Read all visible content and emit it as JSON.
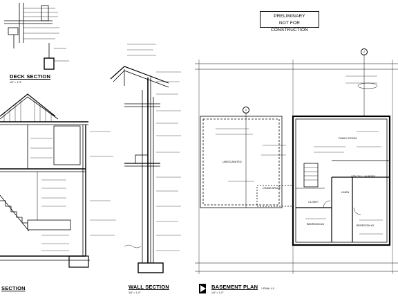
{
  "stamp": {
    "line1": "PRELIMINARY",
    "line2": "NOT FOR CONSTRUCTION"
  },
  "titles": {
    "deck": "DECK SECTION",
    "deck_scale": "1/4\" = 1'-0\"",
    "section": "SECTION",
    "wall": "WALL SECTION",
    "wall_scale": "3/4\" = 1'-0\"",
    "plan": "BASEMENT PLAN",
    "plan_scale": "1/4\" = 1'-0\"",
    "plan_note": "1 FINAL 4.0"
  },
  "rooms": {
    "unexcavated": "UNEXCAVATED",
    "crawlspace": "CRAWLSPACE",
    "family": "FAMILY ROOM",
    "utility": "UTILITY / LAUNDRY",
    "linen": "LINEN",
    "closet": "CLOSET",
    "bed4": "BEDROOM #4",
    "bed3": "BEDROOM #3"
  },
  "grid_marks": {
    "a": "1",
    "b": "2"
  }
}
